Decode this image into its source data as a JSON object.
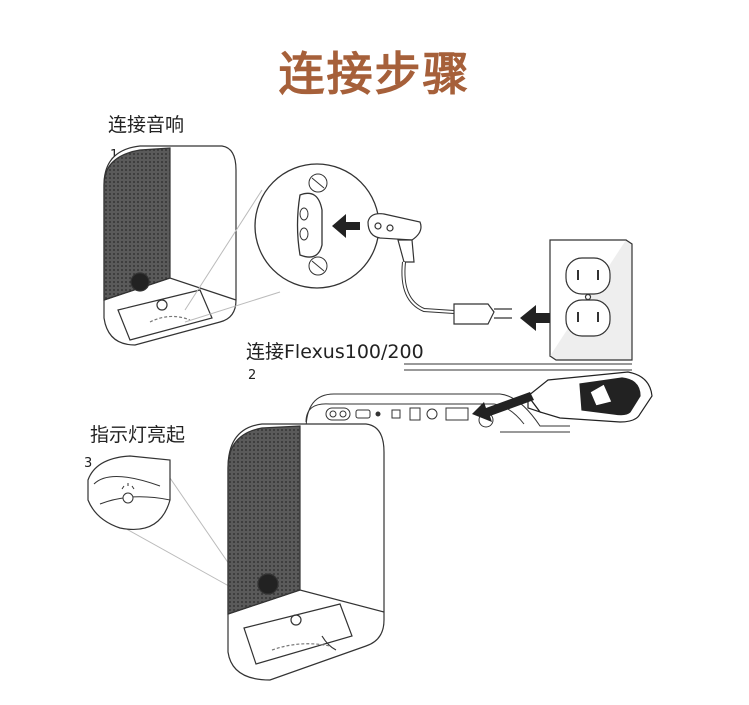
{
  "title": "连接步骤",
  "steps": [
    {
      "number": "1",
      "label": "连接音响"
    },
    {
      "number": "2",
      "label": "连接Flexus100/200"
    },
    {
      "number": "3",
      "label": "指示灯亮起"
    }
  ],
  "colors": {
    "title": "#a6603a",
    "line": "#333333",
    "grille": "#4a4a4a"
  }
}
